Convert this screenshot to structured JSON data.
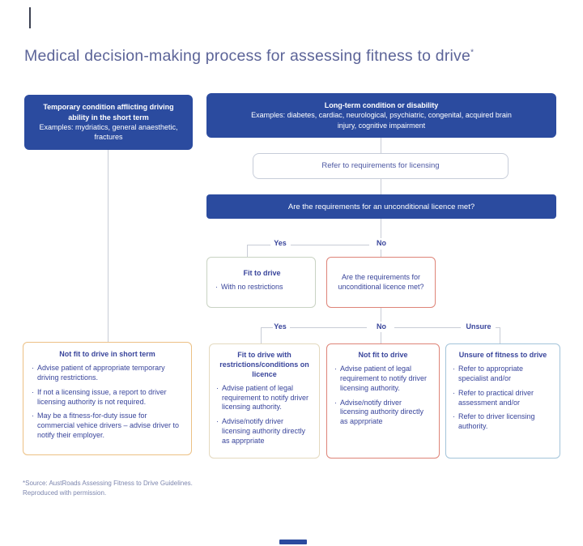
{
  "page": {
    "title": "Medical decision-making process for assessing fitness to drive",
    "title_superscript": "*",
    "footnote": {
      "line1": "*Source: AustRoads Assessing Fitness to Drive Guidelines.",
      "line2": "Reproduced with permission."
    }
  },
  "colors": {
    "primary_blue": "#2b4b9f",
    "text_blue": "#39459b",
    "title_blue": "#5c6498",
    "connector_gray": "#c8ccd6",
    "border_neutral": "#c7cdd9",
    "border_sage": "#c9d3c3",
    "border_salmon": "#de8478",
    "border_orange": "#ecc084",
    "border_cream": "#e4d9bf",
    "border_lightblue": "#a3c4da"
  },
  "flowchart": {
    "temporary_box": {
      "title": "Temporary condition afflicting driving ability in the short term",
      "examples": "Examples: mydriatics, general anaesthetic, fractures"
    },
    "longterm_box": {
      "title": "Long-term condition or disability",
      "examples": "Examples: diabetes, cardiac, neurological, psychiatric, congenital, acquired brain injury, cognitive impairment"
    },
    "refer_box": {
      "label": "Refer to requirements for licensing"
    },
    "unconditional_bar": {
      "label": "Are the requirements for an unconditional licence met?"
    },
    "branch1": {
      "yes": "Yes",
      "no": "No"
    },
    "branch2": {
      "yes": "Yes",
      "no": "No",
      "unsure": "Unsure"
    },
    "fit_to_drive_box": {
      "title": "Fit to drive",
      "bullets": [
        "With no restrictions"
      ]
    },
    "unconditional_question_box": {
      "label": "Are the requirements for unconditional licence met?"
    },
    "not_fit_short_term_box": {
      "title": "Not fit to drive in short term",
      "bullets": [
        "Advise patient of appropriate temporary driving restrictions.",
        "If not a licensing issue, a report to driver licensing authority is not required.",
        "May be a fitness-for-duty issue for commercial vehice drivers – advise driver to notify their employer."
      ]
    },
    "fit_restrictions_box": {
      "title": "Fit to drive with restrictions/conditions on licence",
      "bullets": [
        "Advise patient of legal requirement to notify driver licensing authority.",
        "Advise/notify driver licensing authority directly as apprpriate"
      ]
    },
    "not_fit_box": {
      "title": "Not fit to drive",
      "bullets": [
        "Advise patient of legal requirement to notify driver licensing authority.",
        "Advise/notify driver licensing authority directly as apprpriate"
      ]
    },
    "unsure_box": {
      "title": "Unsure of fitness to drive",
      "bullets": [
        "Refer to appropriate specialist and/or",
        "Refer to practical driver assessment and/or",
        "Refer to driver licensing authority."
      ]
    }
  }
}
